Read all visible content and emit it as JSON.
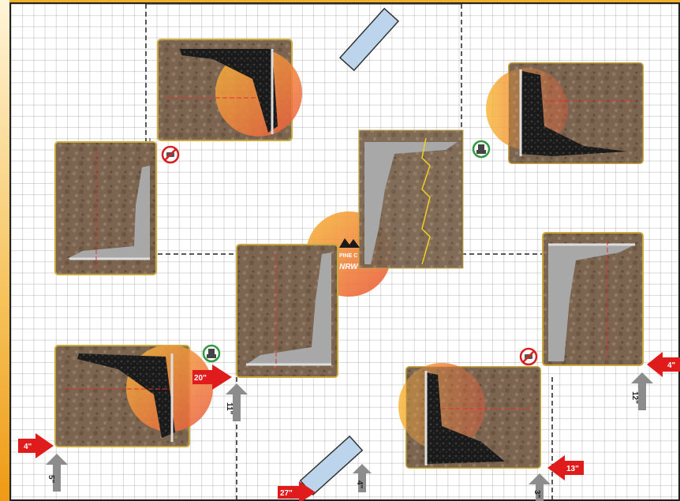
{
  "logo": {
    "top_text": "PINE C",
    "bottom_text": "NRW"
  },
  "measurements": {
    "m_4_left": "4\"",
    "m_5_left": "5\"",
    "m_20": "20\"",
    "m_11": "11\"",
    "m_27": "27\"",
    "m_4_bottom": "4\"",
    "m_13": "13\"",
    "m_3": "3\"",
    "m_4_right": "4\"",
    "m_12": "12\""
  },
  "colors": {
    "terrain_fill": "#7d6750",
    "terrain_border": "#c9a83c",
    "wall_grey": "#a8a8a8",
    "rock_black": "#1b1b1b",
    "objective_orange": "#f0a030",
    "objective_red": "#e8503a",
    "arrow_red": "#e01b1b",
    "arrow_grey": "#8c8c8c",
    "window_blue": "#bcd4ec",
    "deploy_line": "#222222",
    "yellow_line": "#f0d020",
    "allowed_green": "#2e9a3e",
    "forbidden_red": "#d82020"
  },
  "icons": {
    "allowed": "robot-allowed-icon",
    "forbidden": "no-vehicle-icon"
  }
}
